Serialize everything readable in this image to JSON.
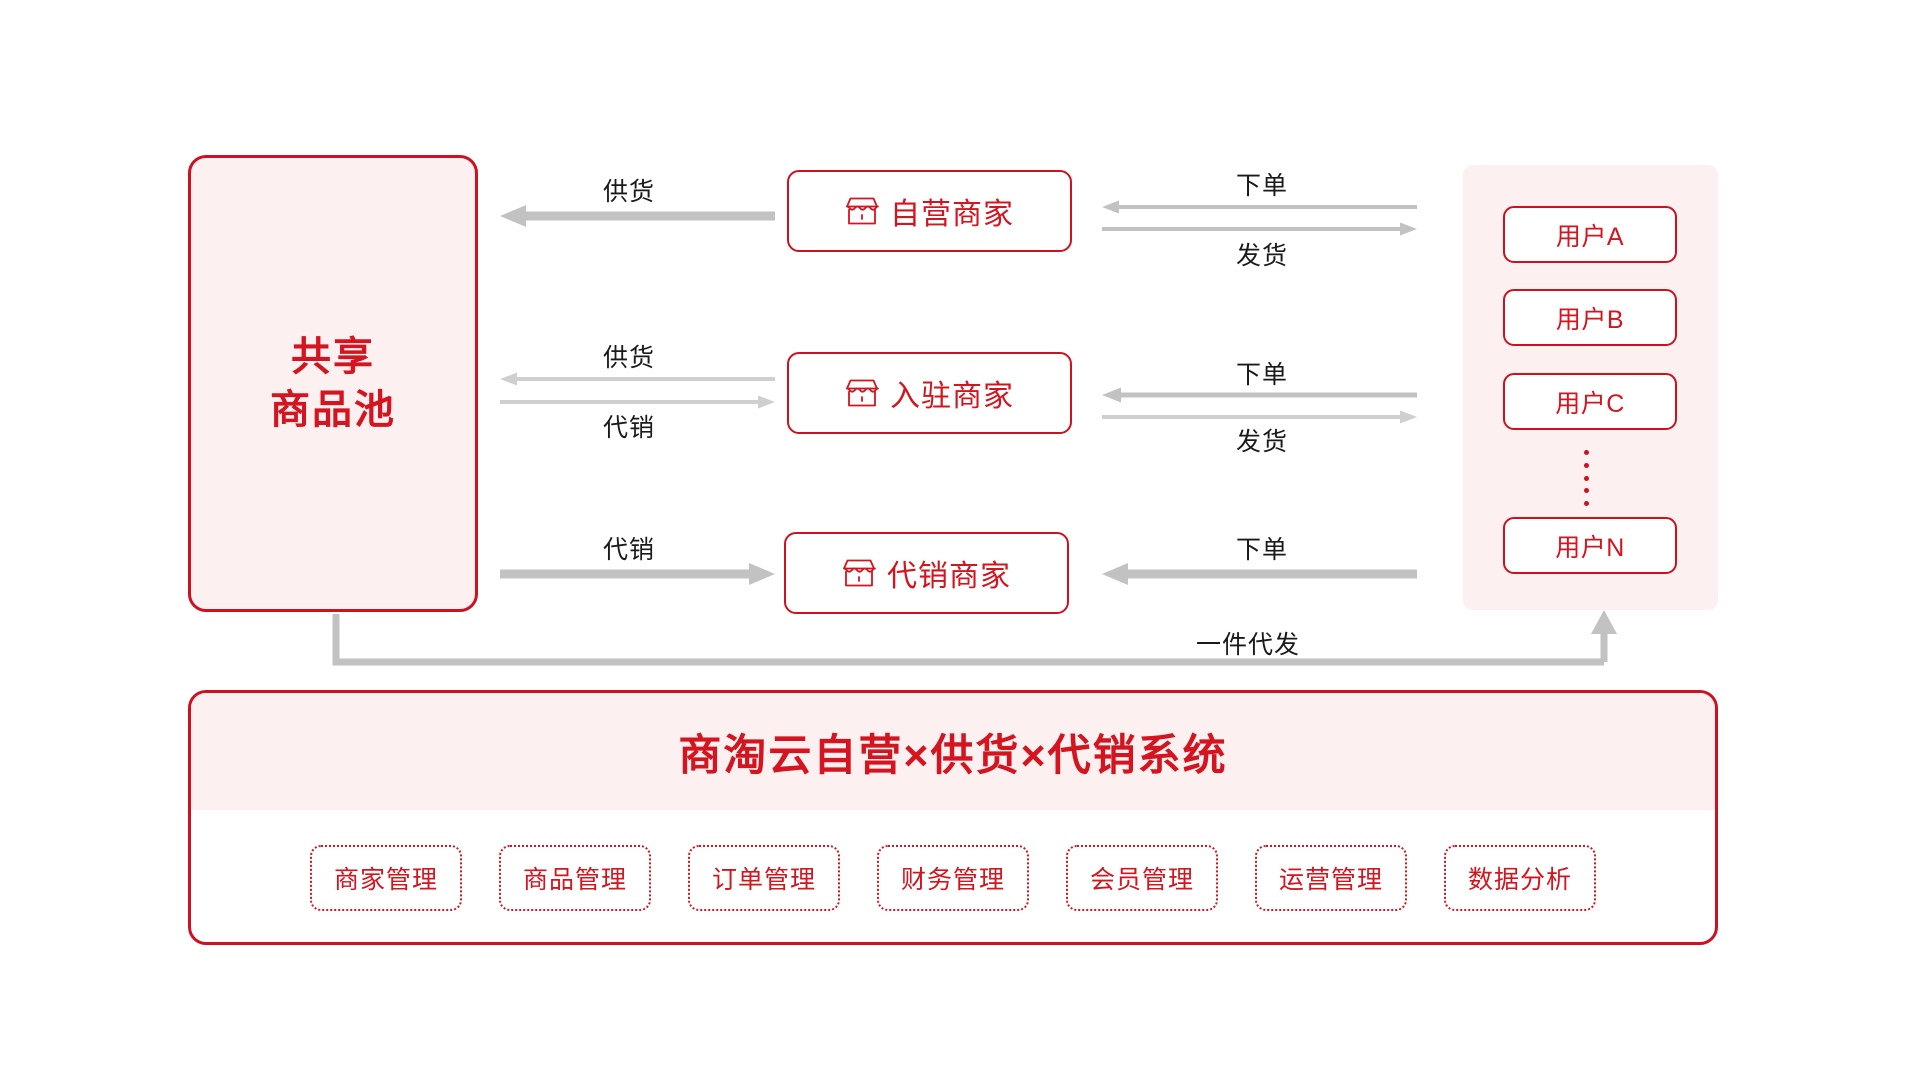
{
  "colors": {
    "brand_red": "#d4141f",
    "border_red": "#cf1020",
    "panel_pink": "#fdf0f1",
    "arrow_gray": "#c2c2c2",
    "arrow_gray_light": "#cfcfcf",
    "label_black": "#1a1a1a"
  },
  "pool": {
    "label": "共享\n商品池"
  },
  "merchants": [
    {
      "icon": "shop-icon",
      "label": "自营商家"
    },
    {
      "icon": "shop-icon",
      "label": "入驻商家"
    },
    {
      "icon": "shop-icon",
      "label": "代销商家"
    }
  ],
  "users": {
    "items": [
      {
        "label": "用户A"
      },
      {
        "label": "用户B"
      },
      {
        "label": "用户C"
      },
      {
        "label": "用户N"
      }
    ],
    "ellipsis": "⋮"
  },
  "flows": {
    "left": [
      {
        "row": 1,
        "top_label": "供货",
        "bottom_label": ""
      },
      {
        "row": 2,
        "top_label": "供货",
        "bottom_label": "代销"
      },
      {
        "row": 3,
        "top_label": "代销",
        "bottom_label": ""
      }
    ],
    "right": [
      {
        "row": 1,
        "top_label": "下单",
        "bottom_label": "发货"
      },
      {
        "row": 2,
        "top_label": "下单",
        "bottom_label": "发货"
      },
      {
        "row": 3,
        "top_label": "下单",
        "bottom_label": ""
      }
    ],
    "bottom": {
      "label": "一件代发"
    }
  },
  "system": {
    "title": "商淘云自营×供货×代销系统",
    "tags": [
      {
        "label": "商家管理"
      },
      {
        "label": "商品管理"
      },
      {
        "label": "订单管理"
      },
      {
        "label": "财务管理"
      },
      {
        "label": "会员管理"
      },
      {
        "label": "运营管理"
      },
      {
        "label": "数据分析"
      }
    ]
  }
}
